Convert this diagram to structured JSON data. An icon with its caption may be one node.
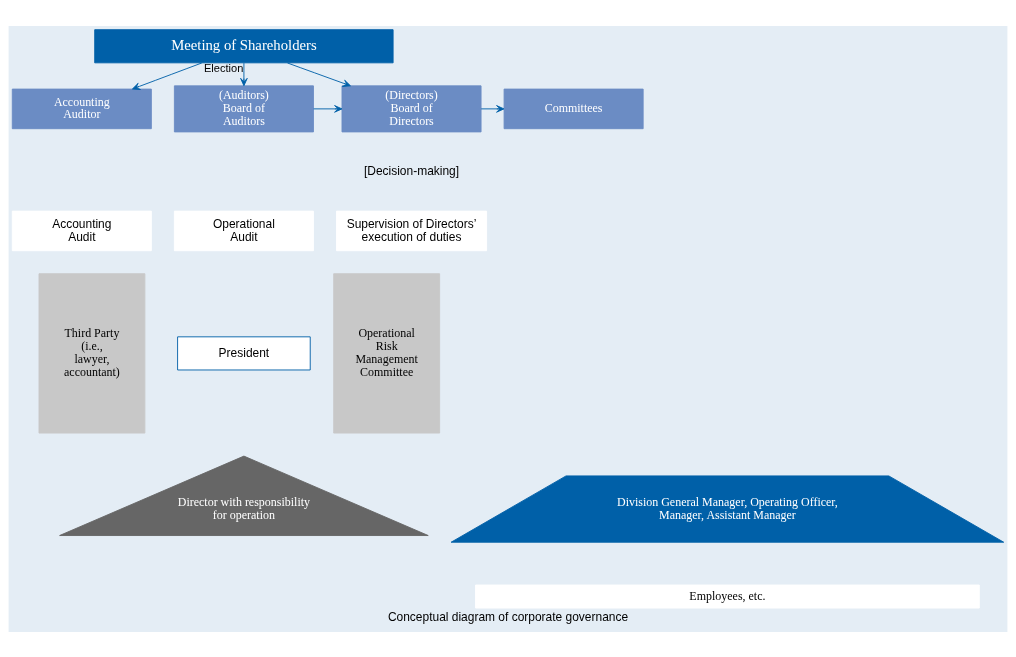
{
  "diagram": {
    "caption": "Conceptual diagram of corporate governance",
    "nodes": [
      {
        "text": [
          "Meeting of Shareholders"
        ]
      },
      {
        "text": [
          "Accounting Auditor"
        ]
      },
      {
        "text": [
          "(Auditors) Board of Auditors"
        ]
      },
      {
        "text": [
          "(Directors) Board of Directors"
        ]
      },
      {
        "text": [
          "Committees"
        ]
      },
      {
        "text": [
          "Accounting Audit"
        ]
      },
      {
        "text": [
          "Operational Audit"
        ]
      },
      {
        "text": [
          "Supervision of Directors’ execution of duties"
        ]
      },
      {
        "text": [
          "Third Party (i.e., lawyer, accountant)"
        ]
      },
      {
        "text": [
          "President"
        ]
      },
      {
        "text": [
          "Director with responsibility for operation"
        ]
      },
      {
        "text": [
          "Division General Manager, Operating Officer, Manager, Assistant Manager"
        ]
      },
      {
        "text": [
          "Employees, etc."
        ]
      },
      {
        "text": [
          "Operational Risk Management Committee"
        ]
      }
    ],
    "edges": [
      {
        "from": 0,
        "to": 1,
        "arrow": "to"
      },
      {
        "from": 0,
        "to": 2,
        "arrow": "to",
        "label": "Election"
      },
      {
        "from": 0,
        "to": 3,
        "arrow": "to"
      },
      {
        "from": 2,
        "to": 3,
        "arrow": "to"
      },
      {
        "from": 3,
        "to": 4,
        "arrow": "to"
      }
    ],
    "labels": [
      "[Decision-making]"
    ]
  }
}
